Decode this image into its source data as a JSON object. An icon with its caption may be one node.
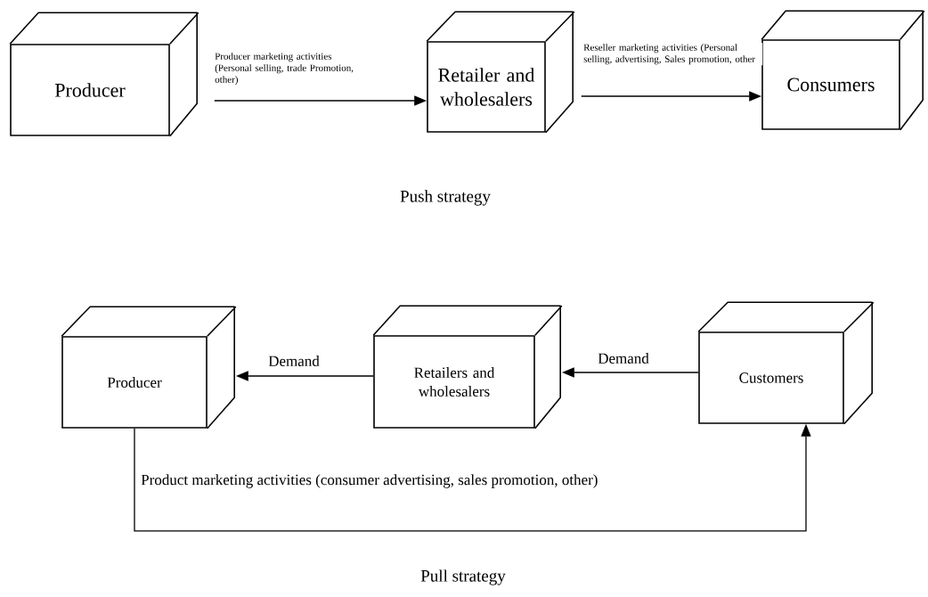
{
  "diagram": {
    "nodes": [
      {
        "text": [
          "Producer"
        ]
      },
      {
        "text": [
          "Retailer and wholesalers"
        ]
      },
      {
        "text": [
          "Consumers"
        ]
      },
      {
        "text": [
          "Producer"
        ]
      },
      {
        "text": [
          "Retailers and wholesalers"
        ]
      },
      {
        "text": [
          "Customers"
        ]
      }
    ],
    "edges": [
      {
        "from": 0,
        "to": 1,
        "arrow": "to",
        "label": "Producer marketing activities (Personal selling, trade Promotion, other)"
      },
      {
        "from": 1,
        "to": 2,
        "arrow": "to",
        "label": "Reseller marketing activities (Personal selling, advertising, Sales promotion, other"
      },
      {
        "from": 4,
        "to": 3,
        "arrow": "to",
        "label": "Demand"
      },
      {
        "from": 5,
        "to": 4,
        "arrow": "to",
        "label": "Demand"
      },
      {
        "from": 3,
        "to": 5,
        "arrow": "to",
        "label": "Product marketing activities (consumer advertising, sales promotion, other)"
      }
    ],
    "labels": [
      "Push strategy",
      "Pull strategy"
    ]
  }
}
